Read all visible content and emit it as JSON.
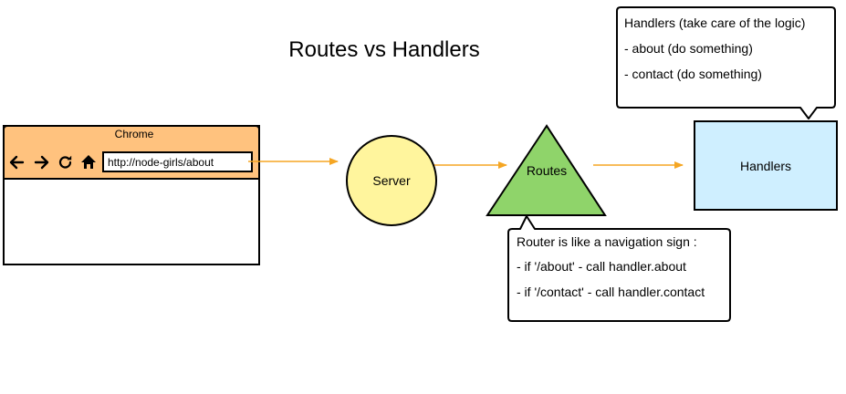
{
  "title": "Routes vs Handlers",
  "browser": {
    "app_name": "Chrome",
    "url": "http://node-girls/about",
    "icons": [
      "arrow-left-icon",
      "arrow-right-icon",
      "reload-icon",
      "home-icon"
    ]
  },
  "server": {
    "label": "Server"
  },
  "routes": {
    "label": "Routes"
  },
  "handlers": {
    "label": "Handlers"
  },
  "handlers_callout": {
    "lines": [
      "Handlers (take care of the logic)",
      "- about (do something)",
      "- contact (do something)"
    ]
  },
  "router_callout": {
    "lines": [
      "Router is like a navigation sign :",
      "- if '/about' - call handler.about",
      "- if '/contact' - call handler.contact"
    ]
  },
  "colors": {
    "browser_toolbar": "#ffc27e",
    "server_fill": "#fff59d",
    "routes_fill": "#8fd46a",
    "handlers_fill": "#cfefff",
    "arrow": "#f5a623",
    "stroke": "#000000"
  }
}
